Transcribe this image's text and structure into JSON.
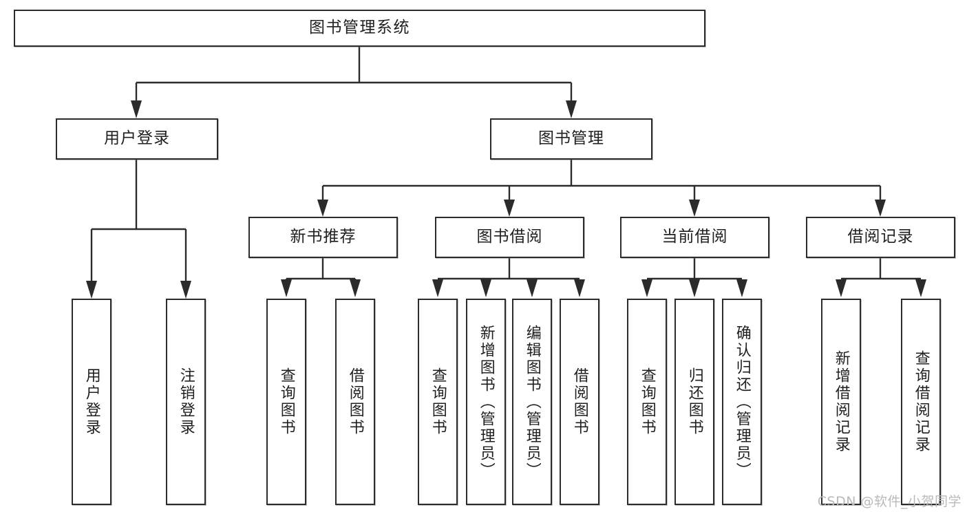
{
  "diagram": {
    "type": "tree",
    "title": "图书管理系统",
    "root": {
      "label": "图书管理系统"
    },
    "level2": [
      {
        "label": "用户登录"
      },
      {
        "label": "图书管理"
      }
    ],
    "level3": [
      {
        "label": "新书推荐"
      },
      {
        "label": "图书借阅"
      },
      {
        "label": "当前借阅"
      },
      {
        "label": "借阅记录"
      }
    ],
    "leaves": {
      "user_login": [
        {
          "label": "用户登录"
        },
        {
          "label": "注销登录"
        }
      ],
      "new_book_recommend": [
        {
          "label": "查询图书"
        },
        {
          "label": "借阅图书"
        }
      ],
      "book_borrow": [
        {
          "label": "查询图书"
        },
        {
          "label": "新增图书（管理员）"
        },
        {
          "label": "编辑图书（管理员）"
        },
        {
          "label": "借阅图书"
        }
      ],
      "current_borrow": [
        {
          "label": "查询图书"
        },
        {
          "label": "归还图书"
        },
        {
          "label": "确认归还（管理员）"
        }
      ],
      "borrow_record": [
        {
          "label": "新增借阅记录"
        },
        {
          "label": "查询借阅记录"
        }
      ]
    }
  },
  "watermark": {
    "text": "CSDN @软件_小贺同学"
  },
  "colors": {
    "stroke": "#2b2b2b",
    "text": "#1f1f1f",
    "background": "#ffffff",
    "watermark": "#b9b9b9"
  }
}
